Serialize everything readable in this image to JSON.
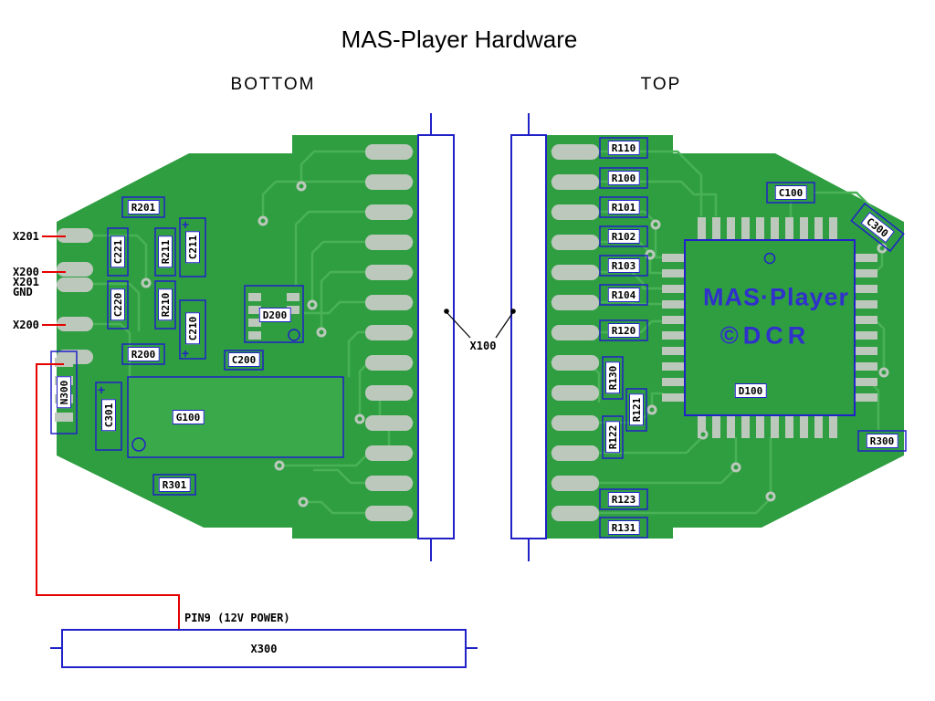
{
  "title": "MAS-Player Hardware",
  "views": {
    "bottom": "BOTTOM",
    "top": "TOP"
  },
  "bottom_board": {
    "components": {
      "R201": "R201",
      "C221": "C221",
      "R211": "R211",
      "C211": "C211",
      "C220": "C220",
      "R210": "R210",
      "C210": "C210",
      "D200": "D200",
      "R200": "R200",
      "C200": "C200",
      "N300": "N300",
      "C301": "C301",
      "G100": "G100",
      "R301": "R301"
    },
    "edge_labels": {
      "x201_top": "X201",
      "x200_mid": "X200",
      "x201_mid": "X201",
      "gnd": "GND",
      "x200_low": "X200"
    },
    "plus_sign": "+"
  },
  "top_board": {
    "components": {
      "R110": "R110",
      "R100": "R100",
      "R101": "R101",
      "R102": "R102",
      "R103": "R103",
      "R104": "R104",
      "R120": "R120",
      "R130": "R130",
      "R121": "R121",
      "R122": "R122",
      "R123": "R123",
      "R131": "R131",
      "C100": "C100",
      "C300": "C300",
      "D100": "D100",
      "R300": "R300"
    },
    "chip_markings": {
      "brand": "MAS·Player",
      "maker": "©DCR"
    }
  },
  "connectors": {
    "x100": "X100",
    "x300": "X300"
  },
  "power_note": "PIN9 (12V POWER)",
  "colors": {
    "board_green": "#2f9e41",
    "trace_green": "#49b257",
    "pad_gray": "#bcc8bc",
    "component_blue": "#2121c8",
    "wire_red": "#e60000"
  }
}
